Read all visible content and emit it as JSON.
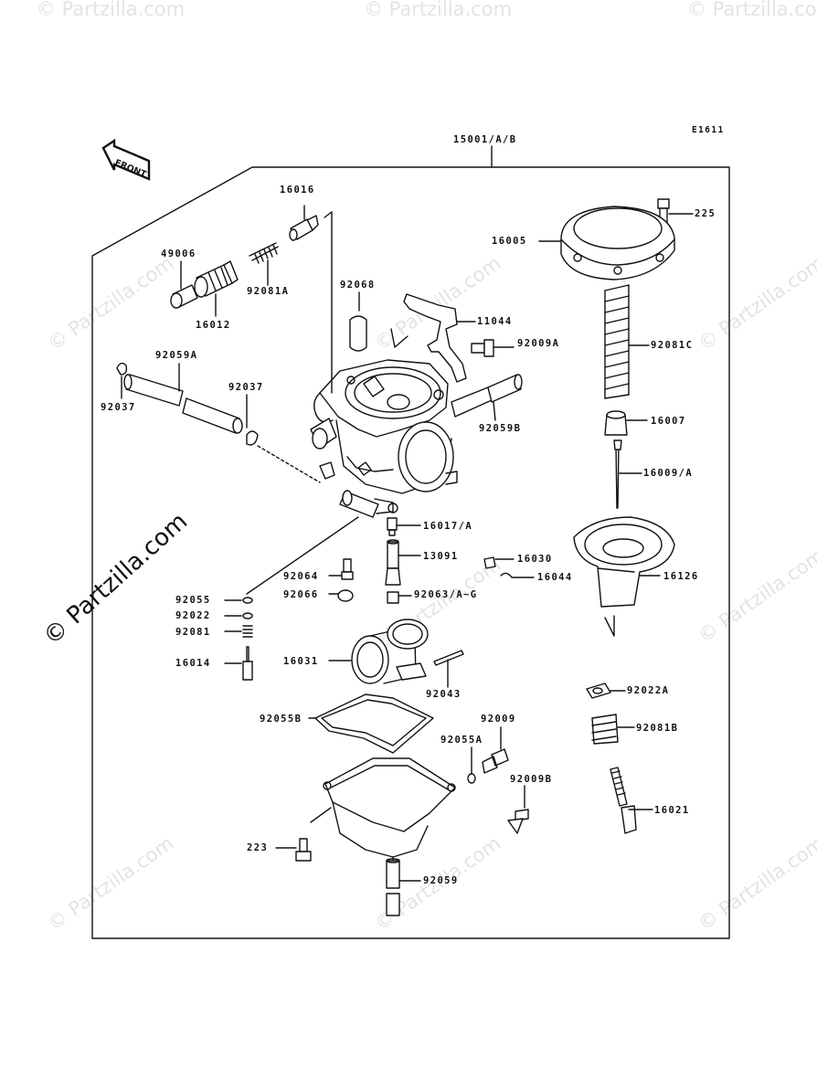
{
  "drawing_code": "E1611",
  "assembly_label": "15001/A/B",
  "front_arrow_text": "FRONT",
  "watermark_text": "© Partzilla.com",
  "parts": [
    {
      "id": "p16016",
      "label": "16016"
    },
    {
      "id": "p49006",
      "label": "49006"
    },
    {
      "id": "p92081A",
      "label": "92081A"
    },
    {
      "id": "p16012",
      "label": "16012"
    },
    {
      "id": "p92068",
      "label": "92068"
    },
    {
      "id": "p11044",
      "label": "11044"
    },
    {
      "id": "p92009A",
      "label": "92009A"
    },
    {
      "id": "p16005",
      "label": "16005"
    },
    {
      "id": "p225",
      "label": "225"
    },
    {
      "id": "p92081C",
      "label": "92081C"
    },
    {
      "id": "p16007",
      "label": "16007"
    },
    {
      "id": "p16009A",
      "label": "16009/A"
    },
    {
      "id": "p92059A",
      "label": "92059A"
    },
    {
      "id": "p92037a",
      "label": "92037"
    },
    {
      "id": "p92037b",
      "label": "92037"
    },
    {
      "id": "p92059B",
      "label": "92059B"
    },
    {
      "id": "p16017A",
      "label": "16017/A"
    },
    {
      "id": "p13091",
      "label": "13091"
    },
    {
      "id": "p16030",
      "label": "16030"
    },
    {
      "id": "p16044",
      "label": "16044"
    },
    {
      "id": "p16126",
      "label": "16126"
    },
    {
      "id": "p92064",
      "label": "92064"
    },
    {
      "id": "p92066",
      "label": "92066"
    },
    {
      "id": "p92063",
      "label": "92063/A~G"
    },
    {
      "id": "p92055",
      "label": "92055"
    },
    {
      "id": "p92022",
      "label": "92022"
    },
    {
      "id": "p92081",
      "label": "92081"
    },
    {
      "id": "p16014",
      "label": "16014"
    },
    {
      "id": "p16031",
      "label": "16031"
    },
    {
      "id": "p92043",
      "label": "92043"
    },
    {
      "id": "p92022A",
      "label": "92022A"
    },
    {
      "id": "p92081B",
      "label": "92081B"
    },
    {
      "id": "p92055B",
      "label": "92055B"
    },
    {
      "id": "p92009",
      "label": "92009"
    },
    {
      "id": "p92055A",
      "label": "92055A"
    },
    {
      "id": "p92009B",
      "label": "92009B"
    },
    {
      "id": "p16021",
      "label": "16021"
    },
    {
      "id": "p223",
      "label": "223"
    },
    {
      "id": "p92059",
      "label": "92059"
    }
  ]
}
